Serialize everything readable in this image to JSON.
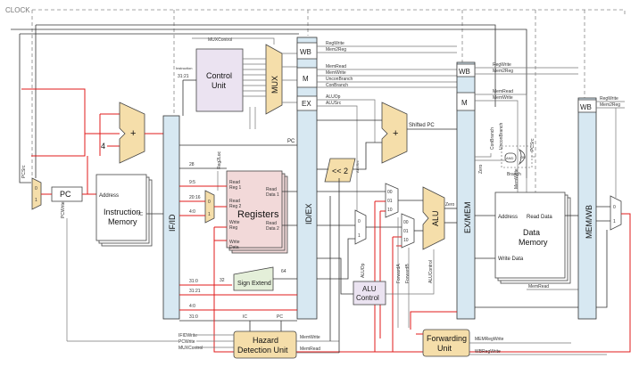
{
  "clock": "CLOCK",
  "pc": "PC",
  "adder_plus": "+",
  "adder_plus2": "+",
  "four": "4",
  "instr_mem": {
    "line1": "Instruction",
    "line2": "Memory",
    "address": "Address",
    "ic": "IC"
  },
  "if_id": "IF/ID",
  "id_ex": "ID/EX",
  "ex_mem": "EX/MEM",
  "mem_wb": "MEM/WB",
  "control_unit": {
    "line1": "Control",
    "line2": "Unit"
  },
  "mux": "MUX",
  "registers": {
    "title": "Registers",
    "read_reg1": [
      "Read",
      "Reg 1"
    ],
    "read_reg2": [
      "Read",
      "Reg 2"
    ],
    "write_reg": [
      "Write",
      "Reg"
    ],
    "write_data": [
      "Write",
      "Data"
    ],
    "read_data1": [
      "Read",
      "Data 1"
    ],
    "read_data2": [
      "Read",
      "Data 2"
    ]
  },
  "sign_extend": "Sign Extend",
  "shift2": "<< 2",
  "alu": "ALU",
  "alu_control": {
    "line1": "ALU",
    "line2": "Control"
  },
  "data_memory": {
    "line1": "Data",
    "line2": "Memory",
    "address": "Address",
    "read_data": "Read Data",
    "write_data": "Write Data"
  },
  "hazard": {
    "line1": "Hazard",
    "line2": "Detection Unit"
  },
  "forwarding": {
    "line1": "Forwarding",
    "line2": "Unit"
  },
  "stages": {
    "wb": "WB",
    "m": "M",
    "ex": "EX"
  },
  "mux_labels": {
    "zero": "0",
    "one": "1",
    "s00": "00",
    "s01": "01",
    "s10": "10"
  },
  "bits": {
    "b31_21": "31:21",
    "b28": "28",
    "b9_5": "9:5",
    "b20_16": "20:16",
    "b4_0": "4:0",
    "b31_0": "31:0",
    "b32": "32",
    "b64": "64",
    "instruction": "Instruction"
  },
  "signals": {
    "muxcontrol": "MUXControl",
    "regwrite": "RegWrite",
    "mem2reg": "Mem2Reg",
    "memread": "MemRead",
    "memwrite": "MemWrite",
    "uncon_branch": "UnconBranch",
    "con_branch": "ConBranch",
    "aluop": "ALUOp",
    "alusrc": "ALUSrc",
    "shifted_pc": "Shifted PC",
    "zero": "Zero",
    "branch": "Branch",
    "and": "AND",
    "or": "OR",
    "pcsrc": "PCSrc",
    "pc2": "PC",
    "ic2": "IC",
    "ifidwrite": "IFIDWrite",
    "pcwrite": "PCWrite",
    "reg2loc": "Reg2Loc",
    "memwrite2": "MemWrite",
    "memread2": "MemRead",
    "forwarda": "ForwardA",
    "forwardb": "ForwardB",
    "alucontrol": "ALUControl",
    "memregwrite": "MEMRegWrite",
    "wbregwrite": "WBRegWrite",
    "pcwrite_lbl": "PCWrite",
    "muxcontrol2": "MUXControl"
  }
}
